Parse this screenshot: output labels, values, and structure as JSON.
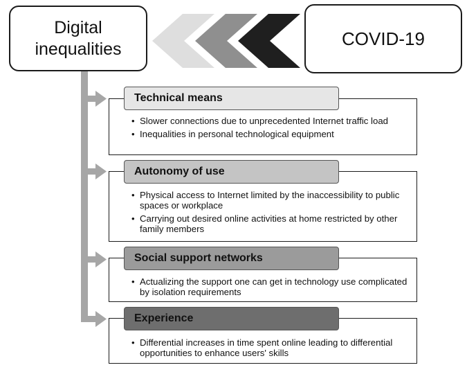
{
  "left_box": {
    "label": "Digital inequalities"
  },
  "right_box": {
    "label": "COVID-19"
  },
  "chevrons": {
    "colors": [
      "#dedede",
      "#8f8f8f",
      "#1f1f1f"
    ]
  },
  "sections": [
    {
      "header": "Technical means",
      "header_color": "#e6e6e6",
      "bullets": [
        "Slower connections due to unprecedented Internet traffic load",
        "Inequalities in personal technological equipment"
      ]
    },
    {
      "header": "Autonomy of use",
      "header_color": "#c4c4c4",
      "bullets": [
        "Physical access to Internet limited by the inaccessibility to public spaces or workplace",
        "Carrying out desired online activities at home restricted by other family members"
      ]
    },
    {
      "header": "Social support networks",
      "header_color": "#9b9b9b",
      "bullets": [
        "Actualizing the support one can get in technology use complicated by isolation requirements"
      ]
    },
    {
      "header": "Experience",
      "header_color": "#6e6e6e",
      "bullets": [
        "Differential increases in time spent online leading to differential opportunities to enhance users' skills"
      ]
    }
  ]
}
